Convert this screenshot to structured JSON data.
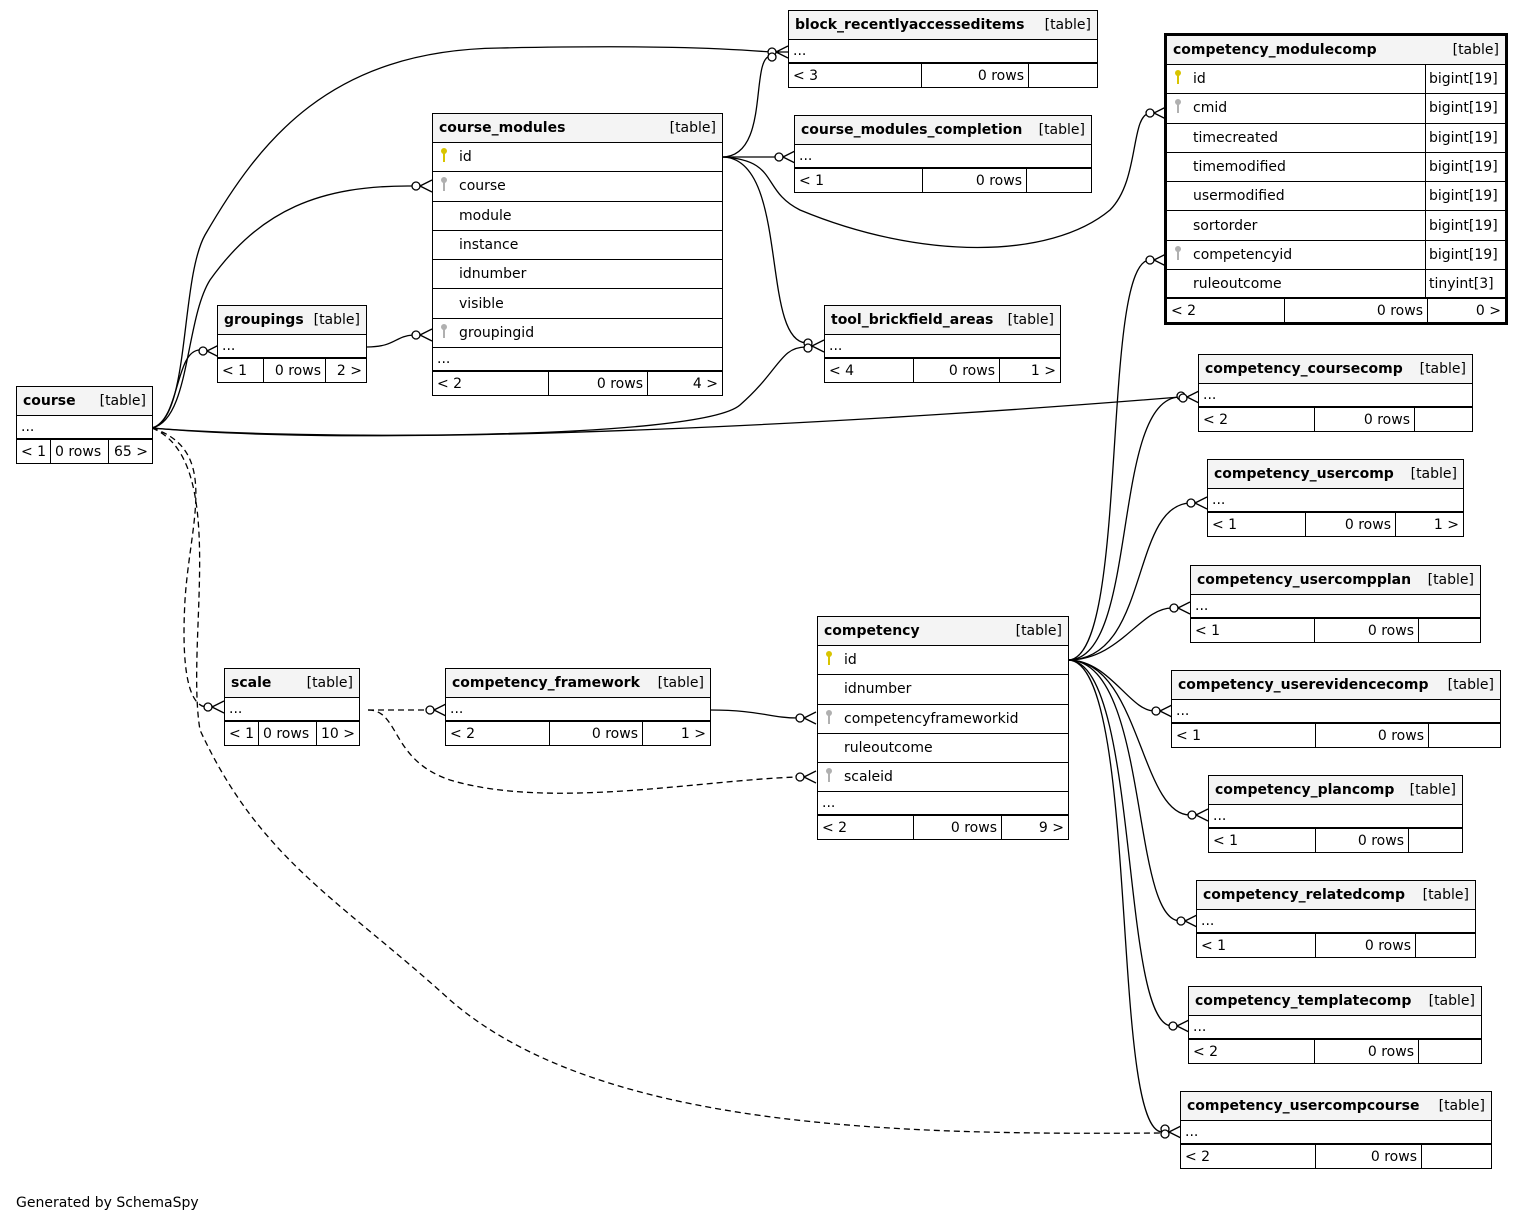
{
  "footer": "Generated by SchemaSpy",
  "tables": {
    "course": {
      "name": "course",
      "type": "[table]",
      "ellipsis": "...",
      "parents": "< 1",
      "rows": "0 rows",
      "children": "65 >"
    },
    "groupings": {
      "name": "groupings",
      "type": "[table]",
      "ellipsis": "...",
      "parents": "< 1",
      "rows": "0 rows",
      "children": "2 >"
    },
    "scale": {
      "name": "scale",
      "type": "[table]",
      "ellipsis": "...",
      "parents": "< 1",
      "rows": "0 rows",
      "children": "10 >"
    },
    "course_modules": {
      "name": "course_modules",
      "type": "[table]",
      "ellipsis": "...",
      "parents": "< 2",
      "rows": "0 rows",
      "children": "4 >",
      "columns": [
        "id",
        "course",
        "module",
        "instance",
        "idnumber",
        "visible",
        "groupingid"
      ]
    },
    "competency_framework": {
      "name": "competency_framework",
      "type": "[table]",
      "ellipsis": "...",
      "parents": "< 2",
      "rows": "0 rows",
      "children": "1 >"
    },
    "block_recentlyaccesseditems": {
      "name": "block_recentlyaccesseditems",
      "type": "[table]",
      "ellipsis": "...",
      "parents": "< 3",
      "rows": "0 rows",
      "children": ""
    },
    "course_modules_completion": {
      "name": "course_modules_completion",
      "type": "[table]",
      "ellipsis": "...",
      "parents": "< 1",
      "rows": "0 rows",
      "children": ""
    },
    "tool_brickfield_areas": {
      "name": "tool_brickfield_areas",
      "type": "[table]",
      "ellipsis": "...",
      "parents": "< 4",
      "rows": "0 rows",
      "children": "1 >"
    },
    "competency": {
      "name": "competency",
      "type": "[table]",
      "ellipsis": "...",
      "parents": "< 2",
      "rows": "0 rows",
      "children": "9 >",
      "columns": [
        "id",
        "idnumber",
        "competencyframeworkid",
        "ruleoutcome",
        "scaleid"
      ]
    },
    "competency_modulecomp": {
      "name": "competency_modulecomp",
      "type": "[table]",
      "parents": "< 2",
      "rows": "0 rows",
      "children": "0 >",
      "columns": [
        {
          "name": "id",
          "type": "bigint[19]"
        },
        {
          "name": "cmid",
          "type": "bigint[19]"
        },
        {
          "name": "timecreated",
          "type": "bigint[19]"
        },
        {
          "name": "timemodified",
          "type": "bigint[19]"
        },
        {
          "name": "usermodified",
          "type": "bigint[19]"
        },
        {
          "name": "sortorder",
          "type": "bigint[19]"
        },
        {
          "name": "competencyid",
          "type": "bigint[19]"
        },
        {
          "name": "ruleoutcome",
          "type": "tinyint[3]"
        }
      ]
    },
    "competency_coursecomp": {
      "name": "competency_coursecomp",
      "type": "[table]",
      "ellipsis": "...",
      "parents": "< 2",
      "rows": "0 rows",
      "children": ""
    },
    "competency_usercomp": {
      "name": "competency_usercomp",
      "type": "[table]",
      "ellipsis": "...",
      "parents": "< 1",
      "rows": "0 rows",
      "children": "1 >"
    },
    "competency_usercompplan": {
      "name": "competency_usercompplan",
      "type": "[table]",
      "ellipsis": "...",
      "parents": "< 1",
      "rows": "0 rows",
      "children": ""
    },
    "competency_userevidencecomp": {
      "name": "competency_userevidencecomp",
      "type": "[table]",
      "ellipsis": "...",
      "parents": "< 1",
      "rows": "0 rows",
      "children": ""
    },
    "competency_plancomp": {
      "name": "competency_plancomp",
      "type": "[table]",
      "ellipsis": "...",
      "parents": "< 1",
      "rows": "0 rows",
      "children": ""
    },
    "competency_relatedcomp": {
      "name": "competency_relatedcomp",
      "type": "[table]",
      "ellipsis": "...",
      "parents": "< 1",
      "rows": "0 rows",
      "children": ""
    },
    "competency_templatecomp": {
      "name": "competency_templatecomp",
      "type": "[table]",
      "ellipsis": "...",
      "parents": "< 2",
      "rows": "0 rows",
      "children": ""
    },
    "competency_usercompcourse": {
      "name": "competency_usercompcourse",
      "type": "[table]",
      "ellipsis": "...",
      "parents": "< 2",
      "rows": "0 rows",
      "children": ""
    }
  },
  "colors": {
    "primary_key": "#d8c400",
    "foreign_key": "#b0b0b0",
    "header_bg": "#f4f4f4"
  }
}
